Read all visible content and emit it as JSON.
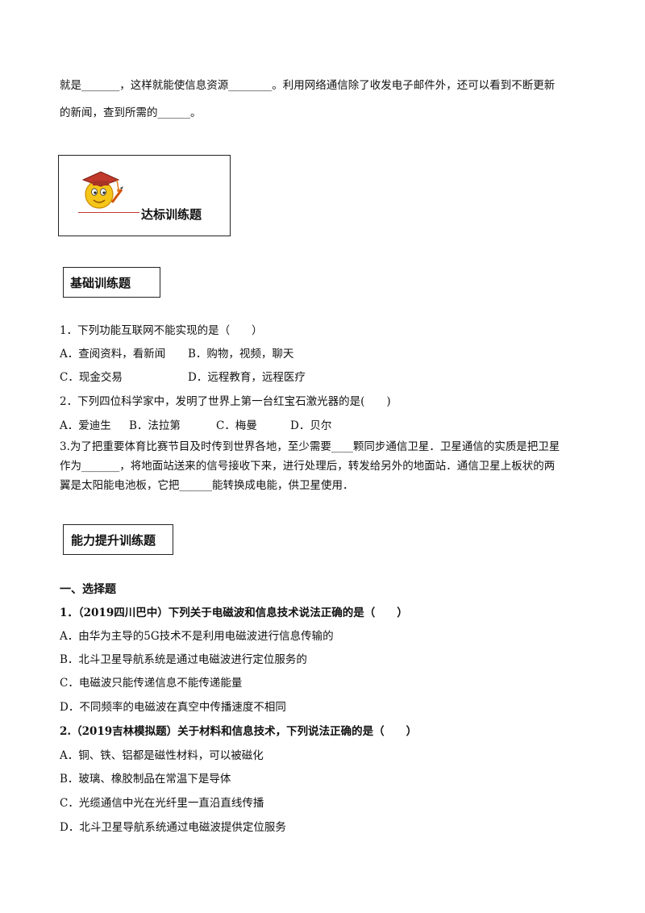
{
  "intro": {
    "line1": "就是_______，这样就能使信息资源________。利用网络通信除了收发电子邮件外，还可以看到不断更新",
    "line2": "的新闻，查到所需的______。"
  },
  "banner": {
    "title": "达标训练题"
  },
  "basic": {
    "heading": "基础训练题",
    "q1": {
      "stem": "1．下列功能互联网不能实现的是（　　）",
      "optA": "A．查阅资料，看新闻",
      "optB": "B．购物，视频，聊天",
      "optC": "C．现金交易",
      "optD": "D．远程教育，远程医疗"
    },
    "q2": {
      "stem": "2．下列四位科学家中，发明了世界上第一台红宝石激光器的是(　　)",
      "optA": "A．爱迪生",
      "optB": "B．法拉第",
      "optC": "C．梅曼",
      "optD": "D．贝尔"
    },
    "q3": {
      "line1": "3.为了把重要体育比赛节目及时传到世界各地，至少需要____颗同步通信卫星．卫星通信的实质是把卫星",
      "line2": "作为_______，将地面站送来的信号接收下来，进行处理后，转发给另外的地面站．通信卫星上板状的两",
      "line3": "翼是太阳能电池板，它把______能转换成电能，供卫星使用．"
    }
  },
  "advanced": {
    "heading": "能力提升训练题",
    "section": "一、选择题",
    "q1": {
      "stem": "1．（2019四川巴中）下列关于电磁波和信息技术说法正确的是（　　）",
      "optA": "A．由华为主导的5G技术不是利用电磁波进行信息传输的",
      "optB": "B．北斗卫星导航系统是通过电磁波进行定位服务的",
      "optC": "C．电磁波只能传递信息不能传递能量",
      "optD": "D．不同频率的电磁波在真空中传播速度不相同"
    },
    "q2": {
      "stem": "2.（2019吉林模拟题）关于材料和信息技术，下列说法正确的是（　　）",
      "optA": "A．铜、铁、铝都是磁性材料，可以被磁化",
      "optB": "B．玻璃、橡胶制品在常温下是导体",
      "optC": "C．光缆通信中光在光纤里一直沿直线传播",
      "optD": "D．北斗卫星导航系统通过电磁波提供定位服务"
    }
  }
}
